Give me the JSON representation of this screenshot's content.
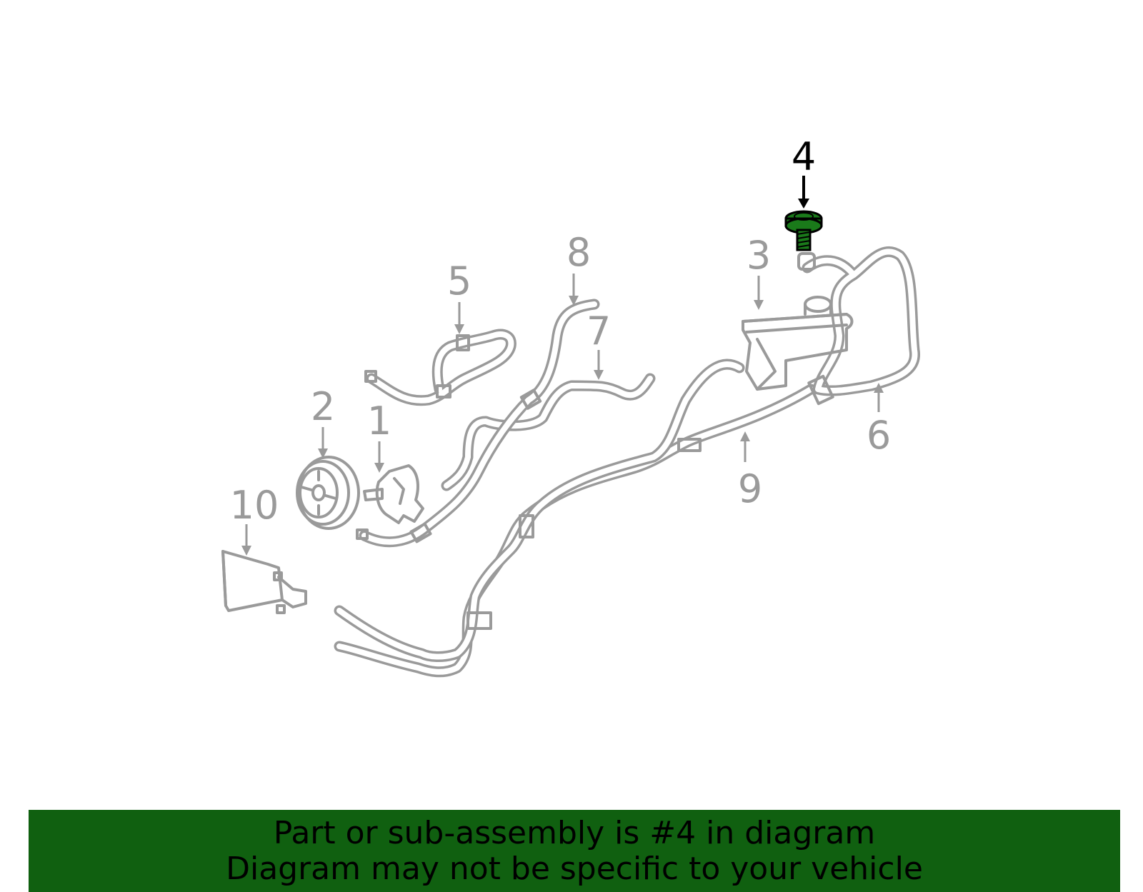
{
  "callouts": [
    {
      "number": "1"
    },
    {
      "number": "2"
    },
    {
      "number": "3"
    },
    {
      "number": "4"
    },
    {
      "number": "5"
    },
    {
      "number": "6"
    },
    {
      "number": "7"
    },
    {
      "number": "8"
    },
    {
      "number": "9"
    },
    {
      "number": "10"
    }
  ],
  "highlighted_part": "4",
  "colors": {
    "highlight": "#1a7a1a",
    "banner_background": "#106010",
    "line_art": "#9a9a9a"
  },
  "banner": {
    "line1": "Part or sub-assembly is #4 in diagram",
    "line2": "Diagram may not be specific to your vehicle"
  }
}
